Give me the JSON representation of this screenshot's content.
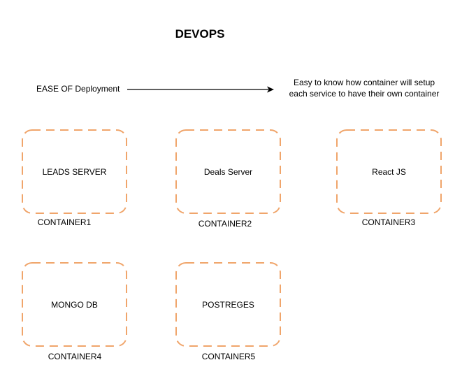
{
  "title": "DEVOPS",
  "flow": {
    "source_label": "EASE OF Deployment",
    "note_line1": "Easy to know how container will setup",
    "note_line2": "each service to have their own container"
  },
  "containers": [
    {
      "service": "LEADS SERVER",
      "label": "CONTAINER1"
    },
    {
      "service": "Deals Server",
      "label": "CONTAINER2"
    },
    {
      "service": "React JS",
      "label": "CONTAINER3"
    },
    {
      "service": "MONGO DB",
      "label": "CONTAINER4"
    },
    {
      "service": "POSTREGES",
      "label": "CONTAINER5"
    }
  ],
  "colors": {
    "box_border": "#f0a56b",
    "arrow": "#000000"
  }
}
